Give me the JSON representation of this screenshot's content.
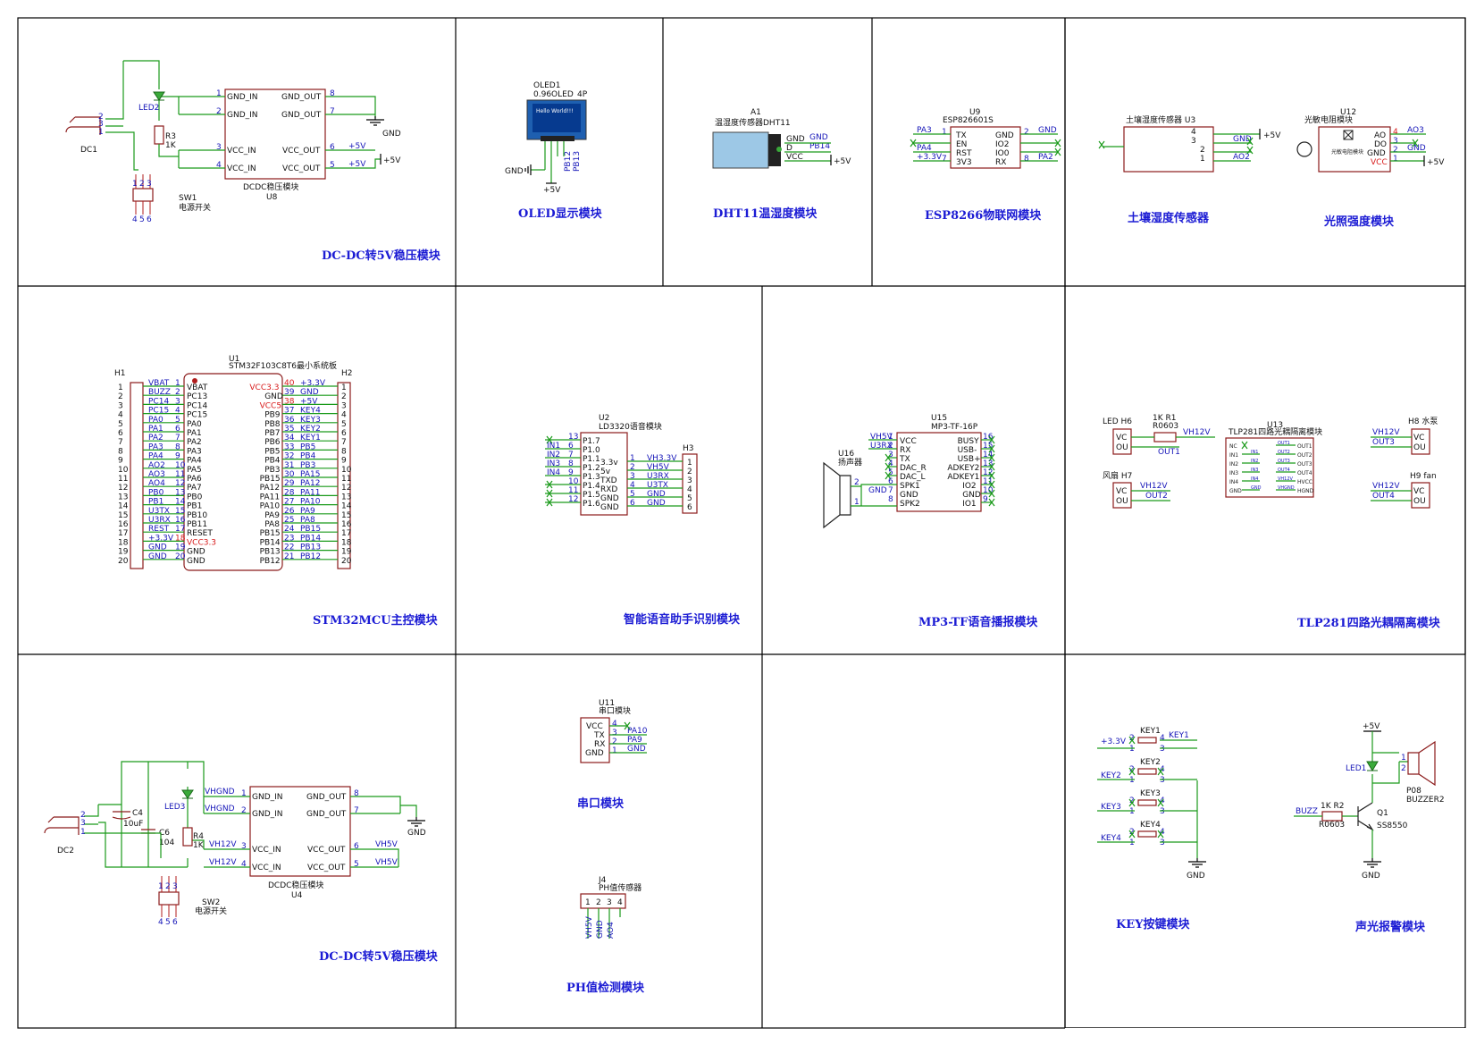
{
  "sections": {
    "dcdc1": "DC-DC转5V稳压模块",
    "oled": "OLED显示模块",
    "dht11": "DHT11温湿度模块",
    "esp": "ESP8266物联网模块",
    "soil": "土壤湿度传感器",
    "light": "光照强度模块",
    "stm32": "STM32MCU主控模块",
    "voice": "智能语音助手识别模块",
    "mp3": "MP3-TF语音播报模块",
    "tlp": "TLP281四路光耦隔离模块",
    "dcdc2": "DC-DC转5V稳压模块",
    "uart": "串口模块",
    "ph": "PH值检测模块",
    "key": "KEY按键模块",
    "alarm": "声光报警模块"
  },
  "dcdc1": {
    "ref": "U8",
    "name": "DCDC稳压模块",
    "pins_left": [
      "GND_IN",
      "GND_IN",
      "VCC_IN",
      "VCC_IN"
    ],
    "pins_left_num": [
      "1",
      "2",
      "3",
      "4"
    ],
    "pins_right": [
      "GND_OUT",
      "GND_OUT",
      "VCC_OUT",
      "VCC_OUT"
    ],
    "pins_right_num": [
      "8",
      "7",
      "6",
      "5"
    ],
    "net_gnd": "GND",
    "net_5v": "+5V",
    "net_5v_label": "+5V",
    "led": "LED2",
    "r": "R3",
    "r_val": "1K",
    "dc": "DC1",
    "sw": "SW1",
    "sw_name": "电源开关",
    "dc_pins": [
      "2",
      "3",
      "1"
    ],
    "sw_pins": [
      "1",
      "2",
      "3"
    ],
    "sw_pins2": [
      "4",
      "5",
      "6"
    ]
  },
  "oled": {
    "ref": "OLED1",
    "name": "0.96OLED",
    "pins": "4P",
    "screen": "Hello World!!!",
    "gnd": "GND",
    "vcc": "+5V",
    "n1": "PB12",
    "n2": "PB13"
  },
  "dht11": {
    "ref": "A1",
    "name": "温湿度传感器DHT11",
    "pins": [
      "GND",
      "D",
      "VCC"
    ],
    "nets": [
      "GND",
      "PB14"
    ],
    "vcc": "+5V"
  },
  "esp": {
    "ref": "U9",
    "name": "ESP826601S",
    "left": [
      "TX",
      "EN",
      "RST",
      "3V3"
    ],
    "right": [
      "GND",
      "IO2",
      "IO0",
      "RX"
    ],
    "lnum": [
      "1",
      "",
      "",
      "7"
    ],
    "rnum": [
      "2",
      "",
      "",
      "8"
    ],
    "nets": [
      "PA3",
      "PA4",
      "+3.3V",
      "GND",
      "PA2"
    ]
  },
  "soil": {
    "name": "土壤湿度传感器 U3",
    "pins": [
      "4",
      "3",
      "2",
      "1"
    ],
    "nets": [
      "GND",
      "AO2"
    ],
    "vcc": "+5V"
  },
  "light": {
    "ref": "U12",
    "name": "光敏电阻模块",
    "inner": "光敏电阻模块",
    "pins": [
      "AO",
      "DO",
      "GND",
      "VCC"
    ],
    "nums": [
      "4",
      "3",
      "2",
      "1"
    ],
    "nets": [
      "AO3",
      "GND"
    ],
    "vcc": "+5V"
  },
  "stm32": {
    "ref": "U1",
    "name": "STM32F103C8T6最小系统板",
    "h1": "H1",
    "h2": "H2",
    "left_nets": [
      "VBAT",
      "BUZZ",
      "PC14",
      "PC15",
      "PA0",
      "PA1",
      "PA2",
      "PA3",
      "PA4",
      "AO2",
      "AO3",
      "AO4",
      "PB0",
      "PB1",
      "U3TX",
      "U3RX",
      "REST",
      "+3.3V",
      "GND",
      "GND"
    ],
    "left_pins": [
      "VBAT",
      "PC13",
      "PC14",
      "PC15",
      "PA0",
      "PA1",
      "PA2",
      "PA3",
      "PA4",
      "PA5",
      "PA6",
      "PA7",
      "PB0",
      "PB1",
      "PB10",
      "PB11",
      "RESET",
      "VCC3.3",
      "GND",
      "GND"
    ],
    "right_pins": [
      "VCC3.3",
      "GND",
      "VCC5",
      "PB9",
      "PB8",
      "PB7",
      "PB6",
      "PB5",
      "PB4",
      "PB3",
      "PB15",
      "PA12",
      "PA11",
      "PA10",
      "PA9",
      "PA8",
      "PB15",
      "PB14",
      "PB13",
      "PB12"
    ],
    "right_nets": [
      "+3.3V",
      "GND",
      "+5V",
      "KEY4",
      "KEY3",
      "KEY2",
      "KEY1",
      "PB5",
      "PB4",
      "PB3",
      "PA15",
      "PA12",
      "PA11",
      "PA10",
      "PA9",
      "PA8",
      "PB15",
      "PB14",
      "PB13",
      "PB12"
    ],
    "left_num": [
      "1",
      "2",
      "3",
      "4",
      "5",
      "6",
      "7",
      "8",
      "9",
      "10",
      "11",
      "12",
      "13",
      "14",
      "15",
      "16",
      "17",
      "18",
      "19",
      "20"
    ],
    "right_num": [
      "40",
      "39",
      "38",
      "37",
      "36",
      "35",
      "34",
      "33",
      "32",
      "31",
      "30",
      "29",
      "28",
      "27",
      "26",
      "25",
      "24",
      "23",
      "22",
      "21"
    ]
  },
  "voice": {
    "ref": "U2",
    "name": "LD3320语音模块",
    "h3": "H3",
    "left_pins": [
      "P1.7",
      "P1.0",
      "P1.1",
      "P1.2",
      "P1.3",
      "P1.4",
      "P1.5",
      "P1.6"
    ],
    "left_num": [
      "13",
      "6",
      "7",
      "8",
      "9",
      "10",
      "11",
      "12"
    ],
    "left_nets": [
      "IN1",
      "IN2",
      "IN3",
      "IN4"
    ],
    "right_pins": [
      "3.3v",
      "5v",
      "TXD",
      "RXD",
      "GND",
      "GND"
    ],
    "right_num": [
      "1",
      "2",
      "3",
      "4",
      "5",
      "6"
    ],
    "right_nets": [
      "VH3.3V",
      "VH5V",
      "U3RX",
      "U3TX",
      "GND",
      "GND"
    ],
    "h_num": [
      "1",
      "2",
      "3",
      "4",
      "5",
      "6"
    ]
  },
  "mp3": {
    "ref": "U15",
    "name": "MP3-TF-16P",
    "spk_ref": "U16",
    "spk_name": "扬声器",
    "spk_pins": [
      "2",
      "1"
    ],
    "left_pins": [
      "VCC",
      "RX",
      "TX",
      "DAC_R",
      "DAC_L",
      "SPK1",
      "GND",
      "SPK2"
    ],
    "left_num": [
      "1",
      "2",
      "3",
      "4",
      "5",
      "6",
      "7",
      "8"
    ],
    "right_pins": [
      "BUSY",
      "USB-",
      "USB+",
      "ADKEY2",
      "ADKEY1",
      "IO2",
      "GND",
      "IO1"
    ],
    "right_num": [
      "16",
      "15",
      "14",
      "13",
      "12",
      "11",
      "10",
      "9"
    ],
    "nets": [
      "VH5V",
      "U3RX",
      "GND"
    ]
  },
  "tlp": {
    "ref": "U13",
    "name": "TLP281四路光耦隔离模块",
    "led_ref": "LED H6",
    "fan_ref": "风扇 H7",
    "pump_ref": "H8 水泵",
    "fan2_ref": "H9 fan",
    "r_ref": "1K R1",
    "r_pkg": "R0603",
    "vh12": "VH12V",
    "out1": "OUT1",
    "out2": "OUT2",
    "out3": "OUT3",
    "out4": "OUT4",
    "conn": [
      "VC",
      "OU"
    ],
    "left": [
      "NC",
      "IN1",
      "IN2",
      "IN3",
      "IN4",
      "GND"
    ],
    "right": [
      "OUT1",
      "OUT2",
      "OUT3",
      "OUT4",
      "HVCC",
      "HGND"
    ],
    "mid": [
      "OUT1",
      "OUT2",
      "OUT3",
      "OUT4",
      "VH12V",
      "VHGND"
    ],
    "inner": [
      "IN1",
      "IN2",
      "IN3",
      "IN4",
      "GND"
    ]
  },
  "dcdc2": {
    "ref": "U4",
    "name": "DCDC稳压模块",
    "pins_left": [
      "GND_IN",
      "GND_IN",
      "VCC_IN",
      "VCC_IN"
    ],
    "pins_left_num": [
      "1",
      "2",
      "3",
      "4"
    ],
    "pins_right": [
      "GND_OUT",
      "GND_OUT",
      "VCC_OUT",
      "VCC_OUT"
    ],
    "pins_right_num": [
      "8",
      "7",
      "6",
      "5"
    ],
    "nets_left": [
      "VHGND",
      "VHGND",
      "VH12V",
      "VH12V"
    ],
    "nets_right": [
      "VH5V",
      "VH5V"
    ],
    "net_gnd": "GND",
    "c4": "C4",
    "c4v": "10uF",
    "c6": "C6",
    "c6v": "104",
    "led": "LED3",
    "r": "R4",
    "r_val": "1K",
    "dc": "DC2",
    "sw": "SW2",
    "sw_name": "电源开关",
    "dc_pins": [
      "2",
      "3",
      "1"
    ],
    "sw_pins": [
      "1",
      "2",
      "3"
    ],
    "sw_pins2": [
      "4",
      "5",
      "6"
    ]
  },
  "uart": {
    "ref": "U11",
    "name": "串口模块",
    "pins": [
      "VCC",
      "TX",
      "RX",
      "GND"
    ],
    "nums": [
      "4",
      "3",
      "2",
      "1"
    ],
    "nets": [
      "PA10",
      "PA9",
      "GND"
    ]
  },
  "ph": {
    "ref": "J4",
    "name": "PH值传感器",
    "nums": [
      "1",
      "2",
      "3",
      "4"
    ],
    "nets": [
      "VH5V",
      "GND",
      "AO4"
    ]
  },
  "key": {
    "keys": [
      "KEY1",
      "KEY2",
      "KEY3",
      "KEY4"
    ],
    "nets": [
      "KEY1",
      "KEY2",
      "KEY3",
      "KEY4"
    ],
    "vcc": "+3.3V",
    "gnd": "GND",
    "pins": [
      "2",
      "4",
      "1",
      "3"
    ]
  },
  "alarm": {
    "vcc": "+5V",
    "led": "LED1",
    "buzzer": "P08",
    "buzzer_name": "BUZZER2",
    "r": "1K R2",
    "r_pkg": "R0603",
    "q": "Q1",
    "q_name": "SS8550",
    "net": "BUZZ",
    "gnd": "GND",
    "bz_pins": [
      "1",
      "2"
    ]
  },
  "colors": {
    "wire": "#1a9a1a",
    "pin": "#b01c1c",
    "text": "#1515b8",
    "title": "#1c1cd4",
    "red": "#d81b1b"
  }
}
